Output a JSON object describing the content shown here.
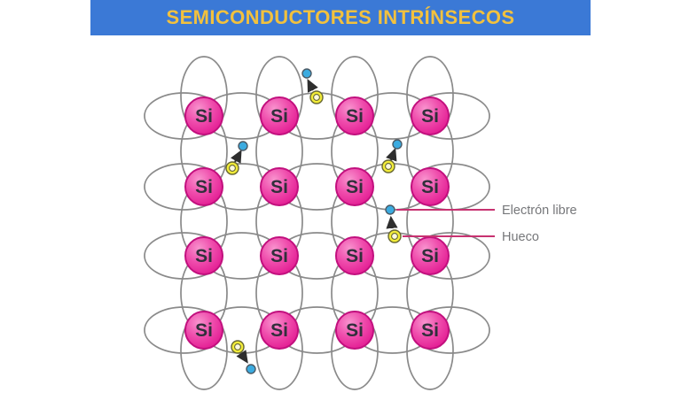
{
  "header": {
    "title": "SEMICONDUCTORES INTRÍNSECOS",
    "banner_color": "#3B79D6",
    "title_color": "#F2C13E"
  },
  "diagram": {
    "atom_label": "Si",
    "atom_count": 16,
    "grid": "4x4",
    "atom_fill_color": "#EC2B97",
    "atom_border_color": "#C2107E",
    "bond_color": "#8A8A8A",
    "electron_color": "#3BABE0",
    "hole_color": "#F2EC39",
    "electron_hole_pairs": 5
  },
  "legend": {
    "items": [
      {
        "label": "Electrón libre",
        "marker": "electron-blue-dot"
      },
      {
        "label": "Hueco",
        "marker": "hole-yellow-ring"
      }
    ],
    "line_color": "#C73271",
    "text_color": "#76777A"
  }
}
